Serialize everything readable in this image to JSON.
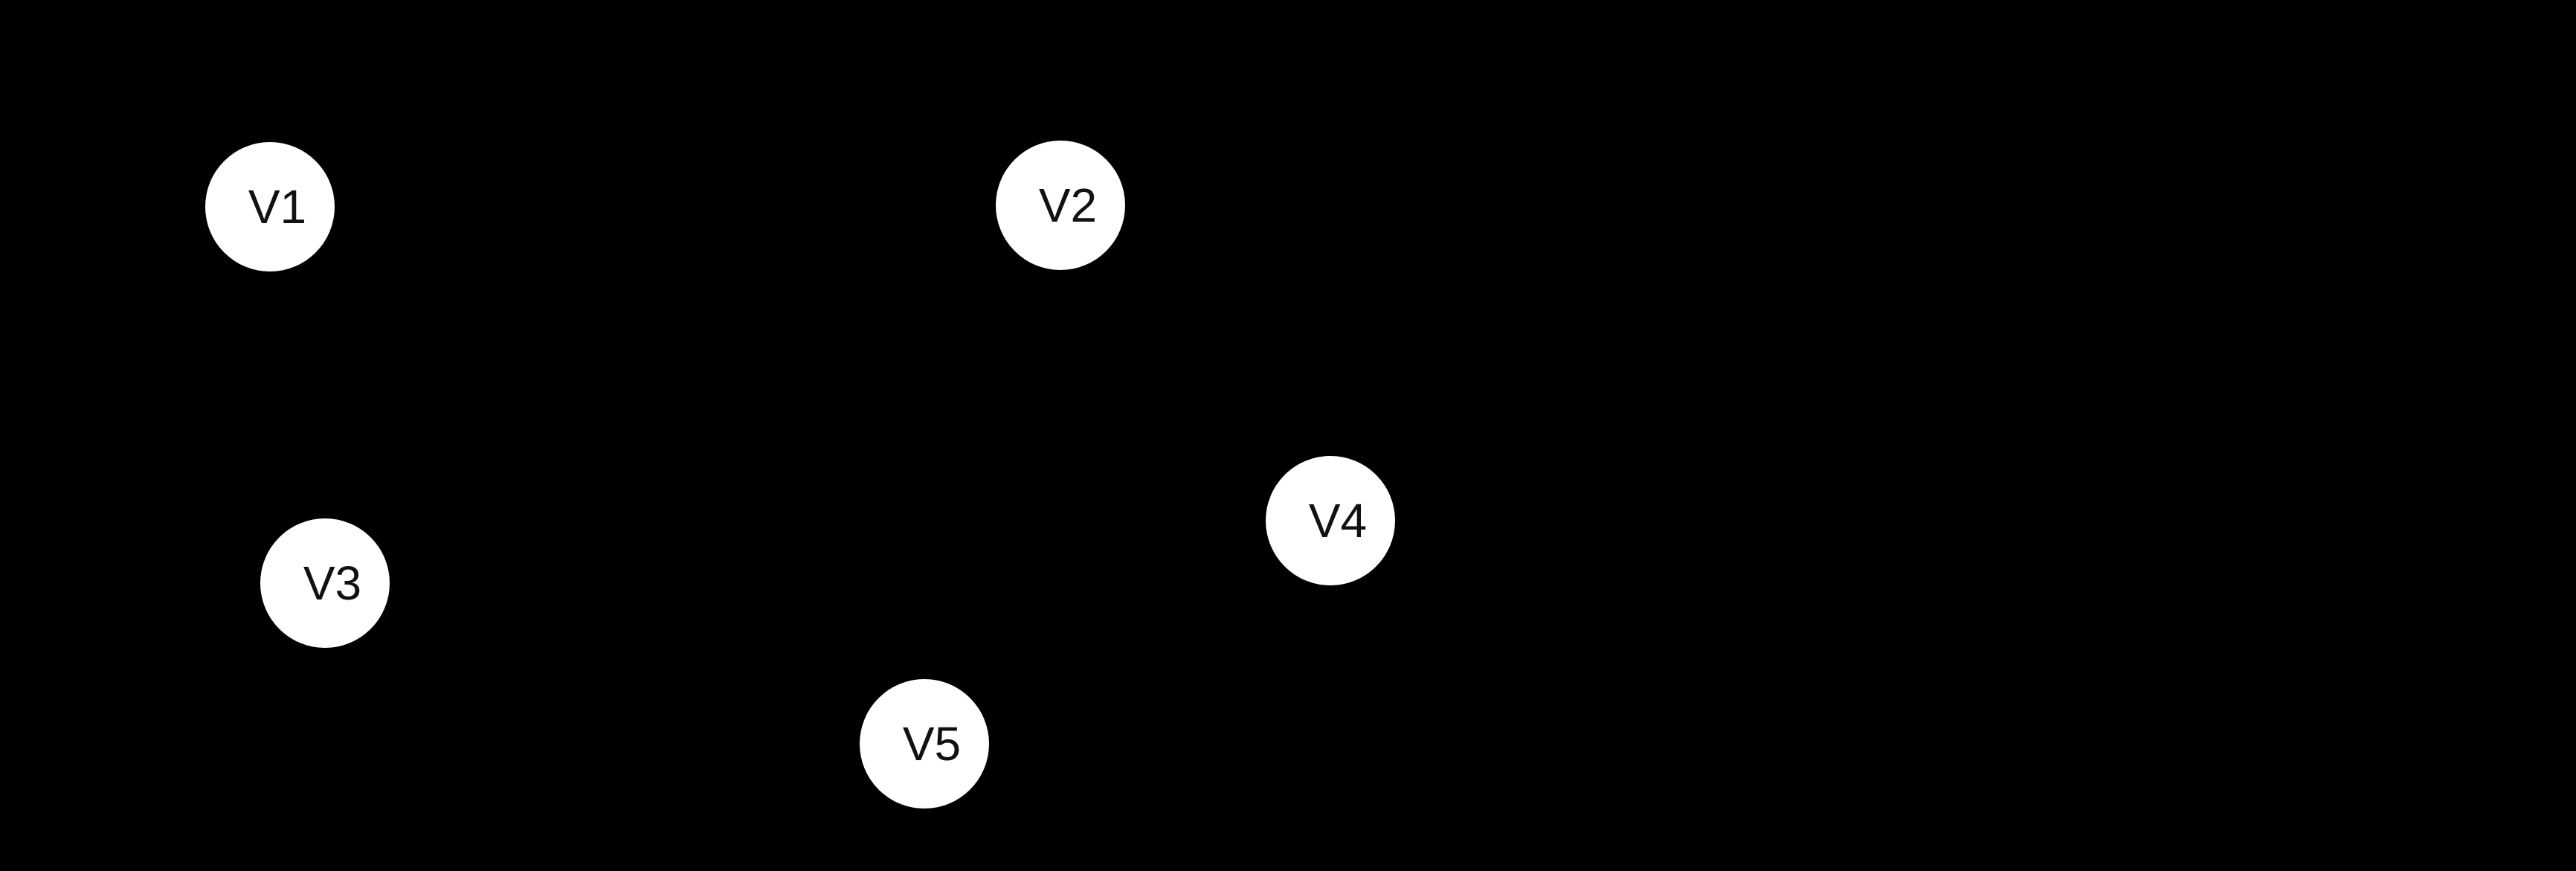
{
  "diagram": {
    "background_color": "#000000",
    "node_fill": "#ffffff",
    "label_color": "#111111",
    "nodes": [
      {
        "id": "v1",
        "label": "V1"
      },
      {
        "id": "v2",
        "label": "V2"
      },
      {
        "id": "v3",
        "label": "V3"
      },
      {
        "id": "v4",
        "label": "V4"
      },
      {
        "id": "v5",
        "label": "V5"
      }
    ]
  }
}
